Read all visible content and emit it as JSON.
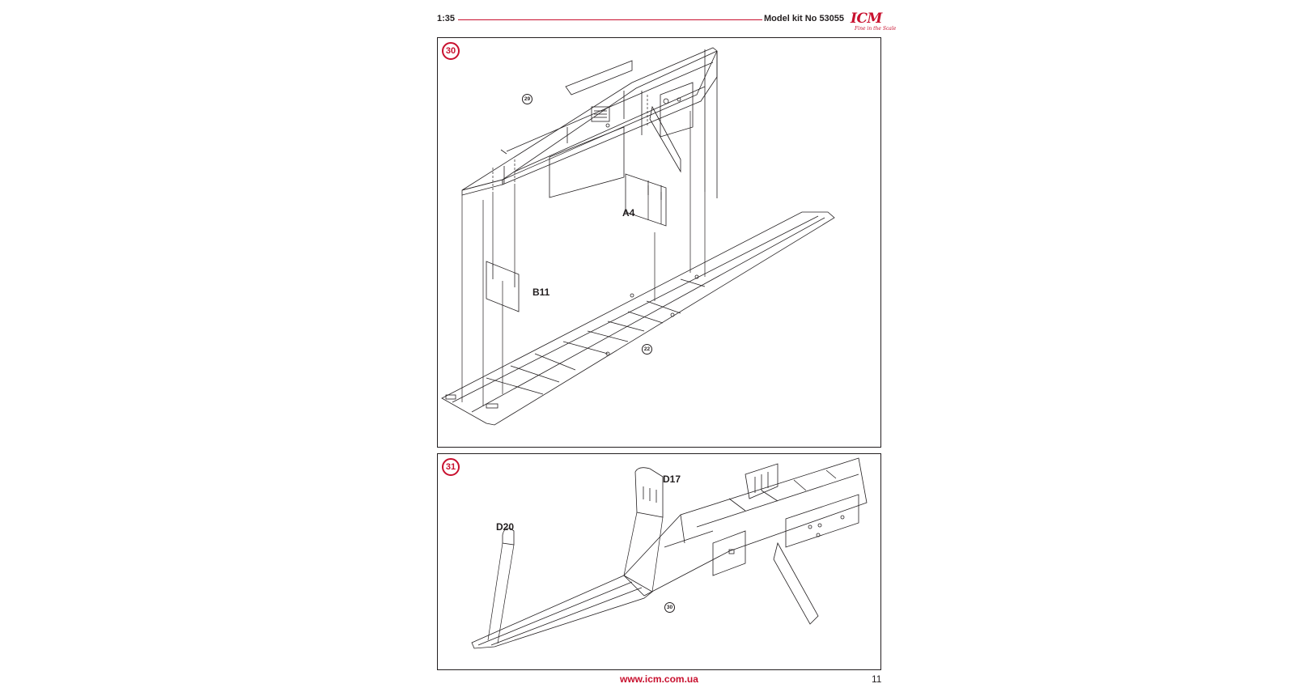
{
  "header": {
    "scale": "1:35",
    "kit_number": "Model kit No 53055",
    "logo_text": "ICM",
    "logo_tagline": "Fine in the Scale",
    "rule_color": "#c8102e"
  },
  "steps": [
    {
      "number": "30",
      "parts": [
        "B11",
        "A4"
      ],
      "references": [
        "29",
        "22"
      ]
    },
    {
      "number": "31",
      "parts": [
        "D17",
        "D20"
      ],
      "references": [
        "30"
      ]
    }
  ],
  "footer": {
    "url": "www.icm.com.ua",
    "page_number": "11"
  },
  "colors": {
    "accent": "#c8102e",
    "ink": "#231f20",
    "page": "#ffffff"
  }
}
